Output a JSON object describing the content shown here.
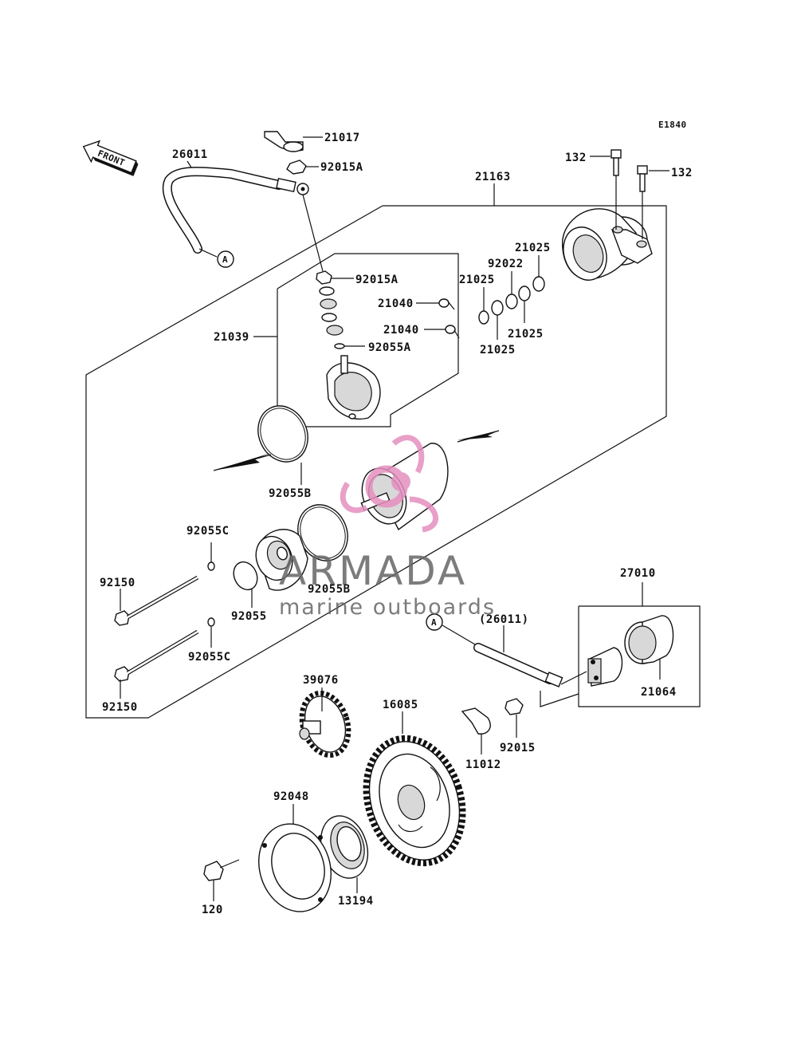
{
  "diagram_code": "E1840",
  "front_label": "FRONT",
  "ref_marker": "A",
  "watermark": {
    "brand": "ARMADA",
    "tagline": "marine outboards",
    "color": "#e58fbf",
    "text_color": "#666666"
  },
  "callouts": {
    "c21017": "21017",
    "c92015A_top": "92015A",
    "c26011": "26011",
    "c21163": "21163",
    "c132_left": "132",
    "c132_right": "132",
    "c21025_top": "21025",
    "c92022": "92022",
    "c21025_left": "21025",
    "c21025_mid": "21025",
    "c21025_bot": "21025",
    "c92015A_mid": "92015A",
    "c21040_a": "21040",
    "c21040_b": "21040",
    "c21039": "21039",
    "c92055A": "92055A",
    "c92055B_top": "92055B",
    "c92055C_top": "92055C",
    "c92150_top": "92150",
    "c92055B_mid": "92055B",
    "c92055": "92055",
    "c92055C_bot": "92055C",
    "c92150_bot": "92150",
    "c27010": "27010",
    "c26011_paren": "(26011)",
    "c21064": "21064",
    "c39076": "39076",
    "c16085": "16085",
    "c92015": "92015",
    "c11012": "11012",
    "c92048": "92048",
    "c120": "120",
    "c13194": "13194"
  }
}
